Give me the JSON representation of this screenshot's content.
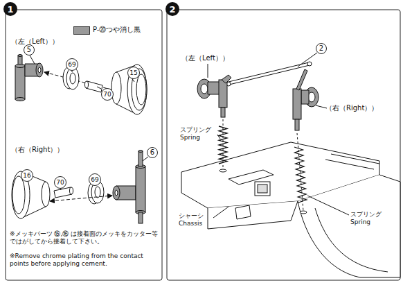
{
  "diagram": {
    "nodes": [
      {
        "text": [
          "1"
        ]
      },
      {
        "text": [
          "2"
        ]
      }
    ],
    "labels": [
      "（左（Left））",
      "5",
      "69",
      "70",
      "15",
      "（右（Right））",
      "6",
      "16",
      "70",
      "69",
      "※メッキパーツ ⑮,⑯ は接着面のメッキをカッター等ではがしてから接着して下さい。",
      "※Remove chrome plating from the contact points before applying cement.",
      "（左（Left））",
      "2",
      "（右（Right））",
      "スプリング Spring",
      "シャーシ Chassis",
      "スプリング Spring"
    ],
    "legend": [
      {
        "text": "P-⑳つや消し黒",
        "color": "#9a9a9a"
      }
    ]
  }
}
